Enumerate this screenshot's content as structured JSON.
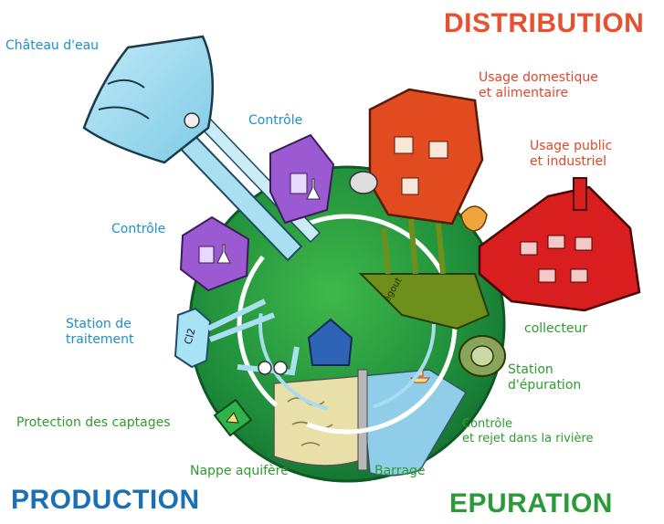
{
  "titles": {
    "distribution": "DISTRIBUTION",
    "production": "PRODUCTION",
    "epuration": "EPURATION"
  },
  "labels": {
    "chateau_eau": "Château d'eau",
    "controle_top": "Contrôle",
    "controle_left": "Contrôle",
    "station_traitement": [
      "Station de",
      "traitement"
    ],
    "protection_captages": "Protection des captages",
    "nappe_aquifere": "Nappe aquifère",
    "barrage": "Barrage",
    "usage_domestique": [
      "Usage domestique",
      "et alimentaire"
    ],
    "usage_public": [
      "Usage public",
      "et industriel"
    ],
    "collecteur": "collecteur",
    "station_epuration": [
      "Station",
      "d'épuration"
    ],
    "controle_rejet": [
      "Contrôle",
      "et rejet dans la rivière"
    ],
    "egout": "égout",
    "cl2": "Cl2"
  },
  "colors": {
    "production": "#1b6fb3",
    "distribution": "#e8512f",
    "epuration": "#2b9a39",
    "planet": "#1f8a3c",
    "water_pipes": "#9fd6ec",
    "control_buildings": "#9b5ad2",
    "domestic_building": "#e24a1f",
    "industrial_building": "#d81e1e",
    "sewer": "#6e8f1c"
  }
}
